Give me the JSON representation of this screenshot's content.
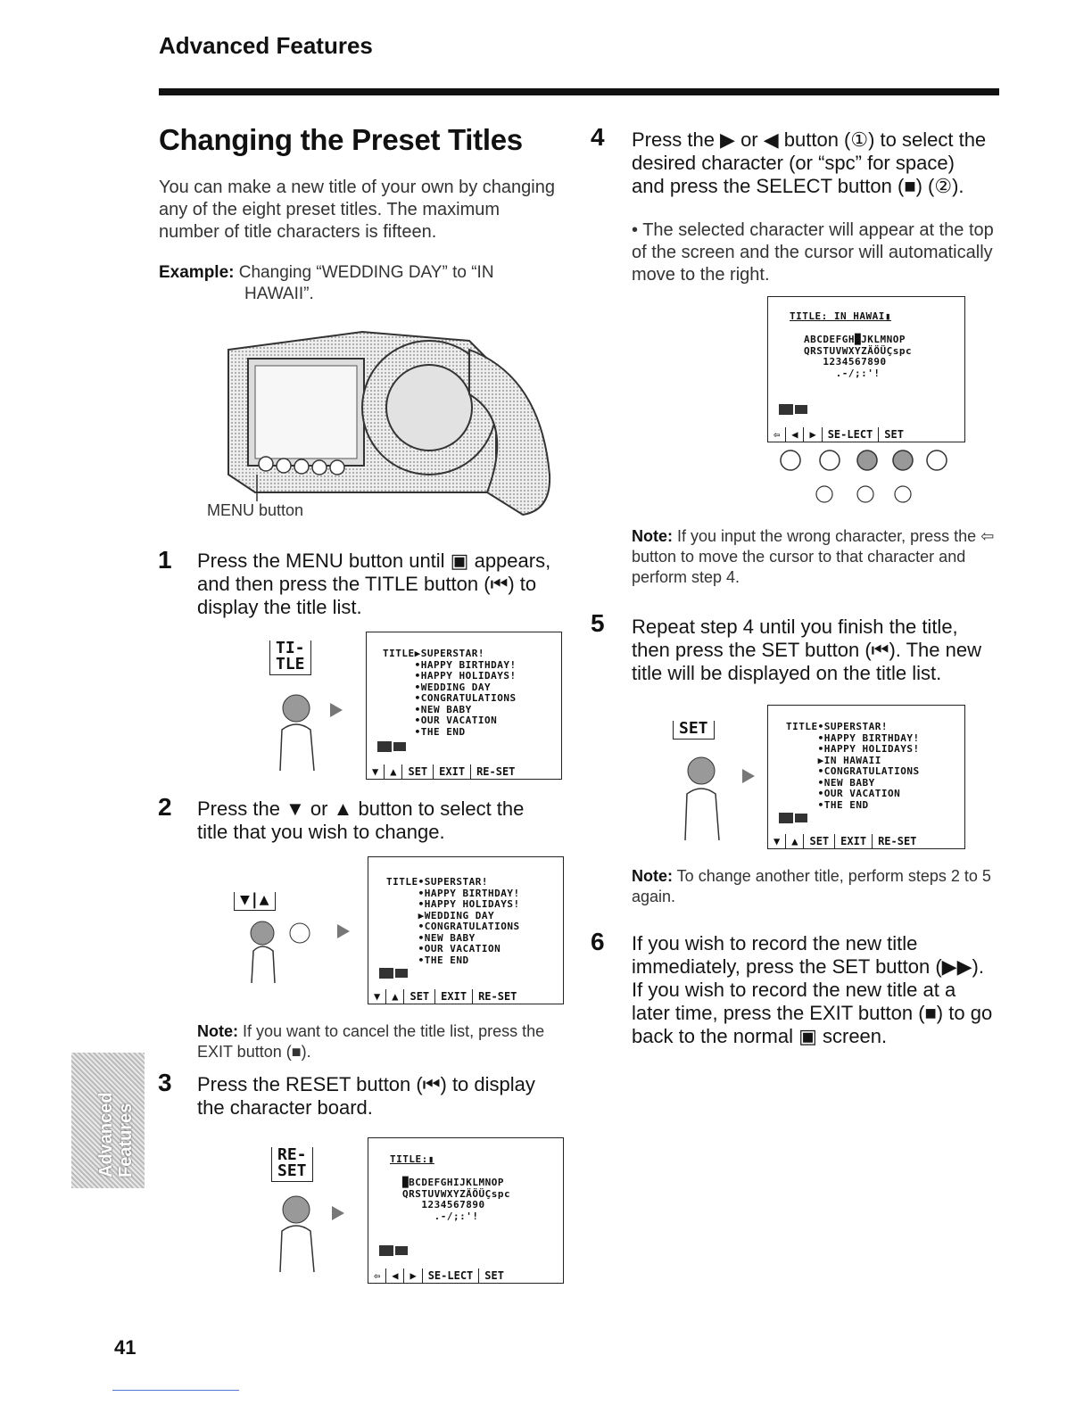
{
  "header": {
    "section": "Advanced Features"
  },
  "title": "Changing the Preset Titles",
  "intro": "You can make a new title of your own by changing any of the eight preset titles. The maximum number of title characters is fifteen.",
  "example": {
    "label": "Example:",
    "line1": "Changing “WEDDING DAY” to “IN",
    "line2": "HAWAII”."
  },
  "camera": {
    "callout": "MENU button"
  },
  "steps": {
    "s1": {
      "num": "1",
      "text": "Press the MENU button until ▣ appears, and then press the TITLE button (⏮) to display the title list."
    },
    "s2": {
      "num": "2",
      "text": "Press the ▼ or ▲ button to select the title that you wish to change."
    },
    "s3": {
      "num": "3",
      "text": "Press the RESET button (⏮) to display the character board."
    },
    "s4": {
      "num": "4",
      "text": "Press the ▶ or ◀ button (①) to select the desired character (or “spc” for space) and press the SELECT button (■) (②).",
      "bullet": "• The selected character will appear at the top of the screen and the cursor will automatically move to the right."
    },
    "s5": {
      "num": "5",
      "text": "Repeat step 4 until you finish the title, then press the SET button (⏮). The new title will be displayed on the title list."
    },
    "s6": {
      "num": "6",
      "text": "If you wish to record the new title immediately, press the SET button (▶▶). If you wish to record the new title at a later time, press the EXIT button (■) to go back to the normal ▣ screen."
    }
  },
  "notes": {
    "n2": {
      "label": "Note:",
      "text": " If you want to cancel the title list, press the EXIT button (■)."
    },
    "n4": {
      "label": "Note:",
      "text": " If you input the wrong character, press the ⇦ button to move the cursor to that character and perform step 4."
    },
    "n5": {
      "label": "Note:",
      "text": " To change another title, perform steps 2 to 5 again."
    }
  },
  "button_labels": {
    "title": "TI-\nTLE",
    "reset": "RE-\nSET",
    "set": "SET",
    "updown": "▼|▲"
  },
  "osd": {
    "list1": "TITLE▶SUPERSTAR!\n     •HAPPY BIRTHDAY!\n     •HAPPY HOLIDAYS!\n     •WEDDING DAY\n     •CONGRATULATIONS\n     •NEW BABY\n     •OUR VACATION\n     •THE END",
    "list2": "TITLE•SUPERSTAR!\n     •HAPPY BIRTHDAY!\n     •HAPPY HOLIDAYS!\n     ▶WEDDING DAY\n     •CONGRATULATIONS\n     •NEW BABY\n     •OUR VACATION\n     •THE END",
    "list5": "TITLE•SUPERSTAR!\n     •HAPPY BIRTHDAY!\n     •HAPPY HOLIDAYS!\n     ▶IN HAWAII\n     •CONGRATULATIONS\n     •NEW BABY\n     •OUR VACATION\n     •THE END",
    "board3_title": "TITLE:▮",
    "board4_title": "TITLE: IN HAWAI▮",
    "board3": "█BCDEFGHIJKLMNOP\nQRSTUVWXYZÄÖÜÇspc\n   1234567890\n     .-/;:'!",
    "board4": "ABCDEFGH█JKLMNOP\nQRSTUVWXYZÄÖÜÇspc\n   1234567890\n     .-/;:'!",
    "listbar": [
      "▼",
      "▲",
      "SET",
      "EXIT",
      "RE-SET"
    ],
    "boardbar": [
      "⇦",
      "◀",
      "▶",
      "SE-LECT",
      "SET"
    ]
  },
  "side_tab": "Advanced Features",
  "page_number": "41"
}
